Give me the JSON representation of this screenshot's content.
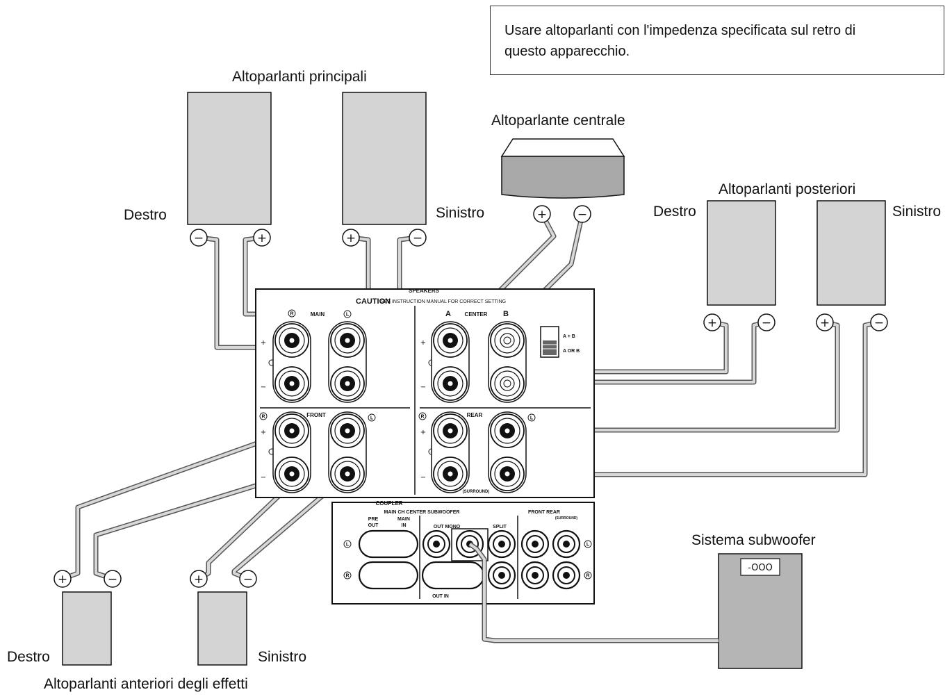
{
  "note": {
    "line1": "Usare altoparlanti con l'impedenza specificata sul retro di",
    "line2": "questo apparecchio."
  },
  "labels": {
    "main_speakers": "Altoparlanti principali",
    "main_right": "Destro",
    "main_left": "Sinistro",
    "center_speaker": "Altoparlante centrale",
    "rear_speakers": "Altoparlanti posteriori",
    "rear_right": "Destro",
    "rear_left": "Sinistro",
    "subwoofer": "Sistema subwoofer",
    "front_fx_right": "Destro",
    "front_fx_left": "Sinistro",
    "front_fx_speakers": "Altoparlanti anteriori degli effetti"
  },
  "terminals": {
    "plus": "+",
    "minus": "−"
  },
  "panel": {
    "speakers_title": "SPEAKERS",
    "caution": "CAUTION",
    "caution_text": "SEE INSTRUCTION MANUAL FOR CORRECT SETTING",
    "main": "MAIN",
    "r": "R",
    "l": "L",
    "a": "A",
    "center": "CENTER",
    "b": "B",
    "switch_ab": "A + B",
    "switch_aorb": "A OR B",
    "front": "FRONT",
    "rear": "REAR",
    "surround": "(SURROUND)",
    "plus": "+",
    "minus": "−",
    "coupler": "COUPLER",
    "coupler_header": "MAIN CH CENTER SUBWOOFER",
    "pre_out": [
      "PRE",
      "OUT"
    ],
    "main_in": [
      "MAIN",
      "IN"
    ],
    "out_mono": "OUT MONO",
    "split": "SPLIT",
    "front_rear": "FRONT REAR",
    "out_in": "OUT  IN",
    "sub_display": "-OOO"
  },
  "colors": {
    "speaker_fill": "#d4d4d4",
    "cabinet_fill": "#b5b5b5",
    "wire": "#555555",
    "wire_inner": "#d8d8d8",
    "line": "#111111"
  }
}
